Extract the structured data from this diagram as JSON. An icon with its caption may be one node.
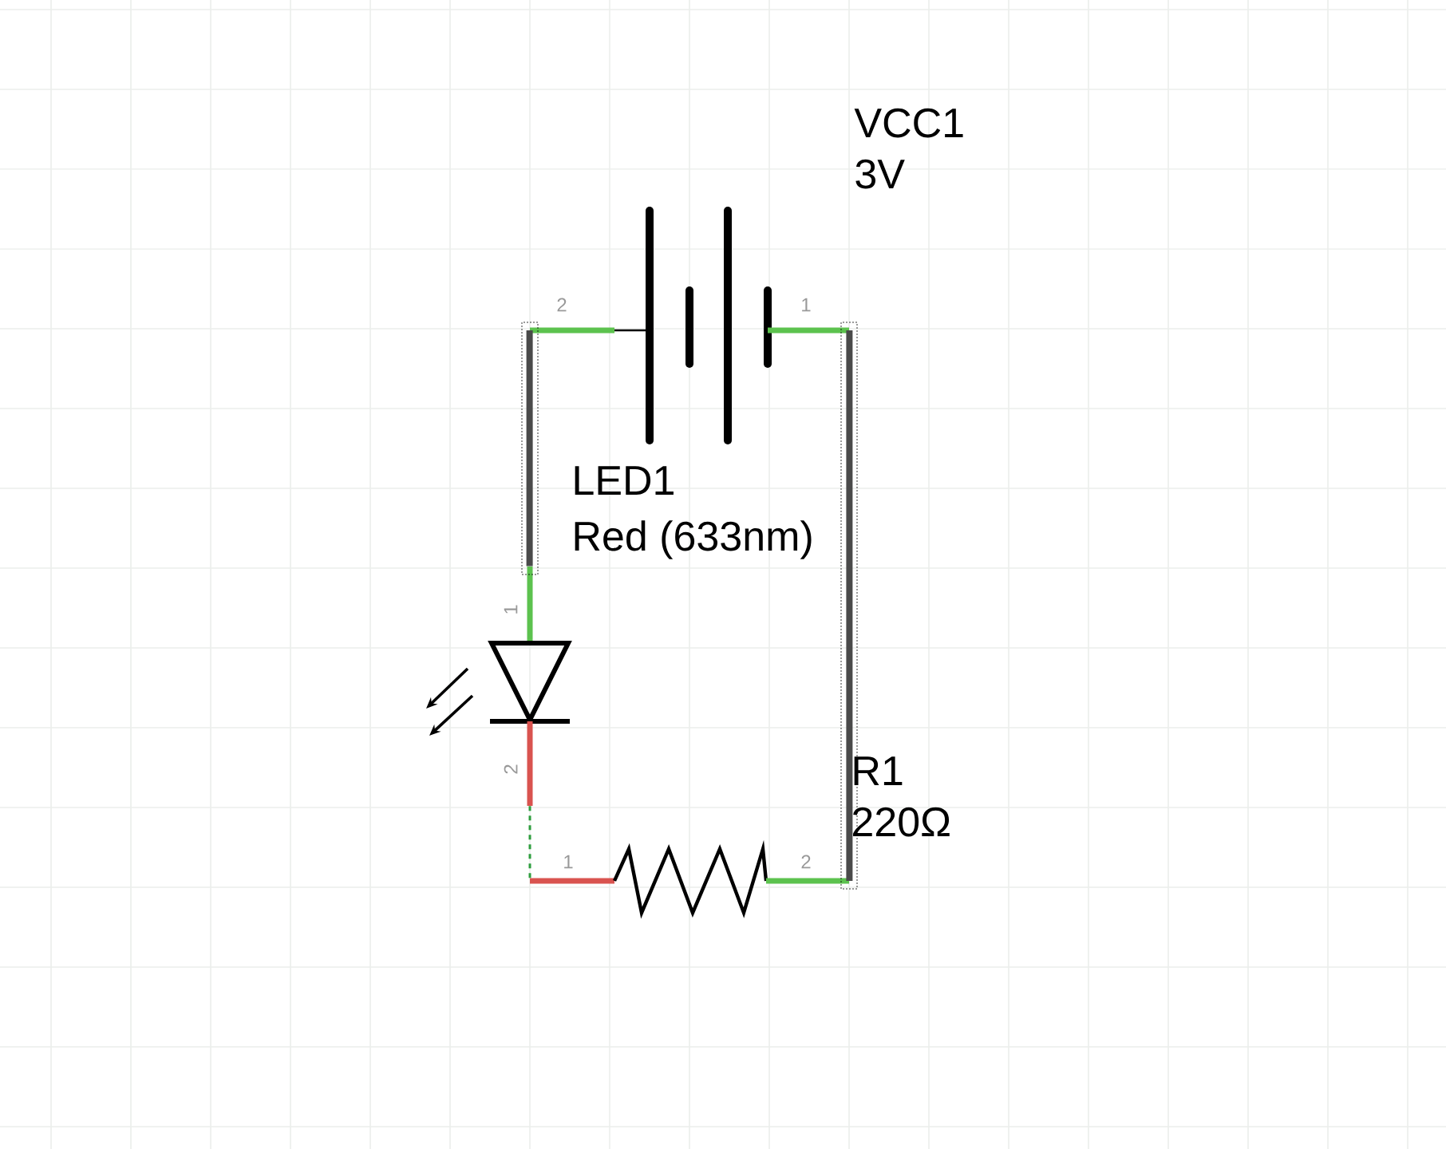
{
  "diagram": {
    "nodes": [
      {
        "text": [
          "VCC1",
          "3V"
        ]
      },
      {
        "text": [
          "LED1",
          "Red (633nm)"
        ]
      },
      {
        "text": [
          "R1",
          "220Ω"
        ]
      }
    ],
    "edges": [
      {
        "from": 0,
        "to": 1,
        "arrow": "none"
      },
      {
        "from": 0,
        "to": 2,
        "arrow": "none"
      },
      {
        "from": 1,
        "to": 2,
        "arrow": "none",
        "style": "dashed",
        "color": "#2e9e3e"
      }
    ],
    "labels": [
      "2",
      "1",
      "1",
      "2",
      "1",
      "2"
    ]
  }
}
